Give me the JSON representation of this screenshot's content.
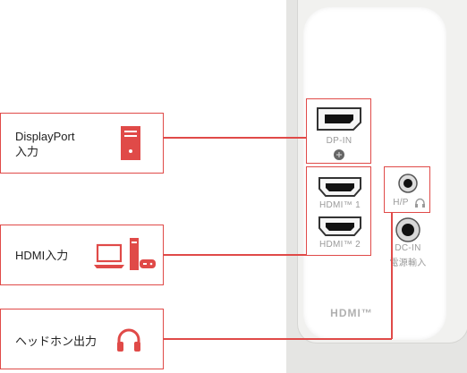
{
  "callouts": {
    "displayport": {
      "label": "DisplayPort\n入力"
    },
    "hdmi": {
      "label": "HDMI入力"
    },
    "headphone": {
      "label": "ヘッドホン出力"
    }
  },
  "ports": {
    "dp": "DP-IN",
    "hdmi1": "HDMI™ 1",
    "hdmi2": "HDMI™ 2",
    "hp": "H/P",
    "dcin": "DC-IN",
    "dcin_jp": "電源輸入"
  },
  "panel_logo": "HDMI™",
  "colors": {
    "accent": "#e04a48",
    "panel": "#f1f1ef"
  }
}
